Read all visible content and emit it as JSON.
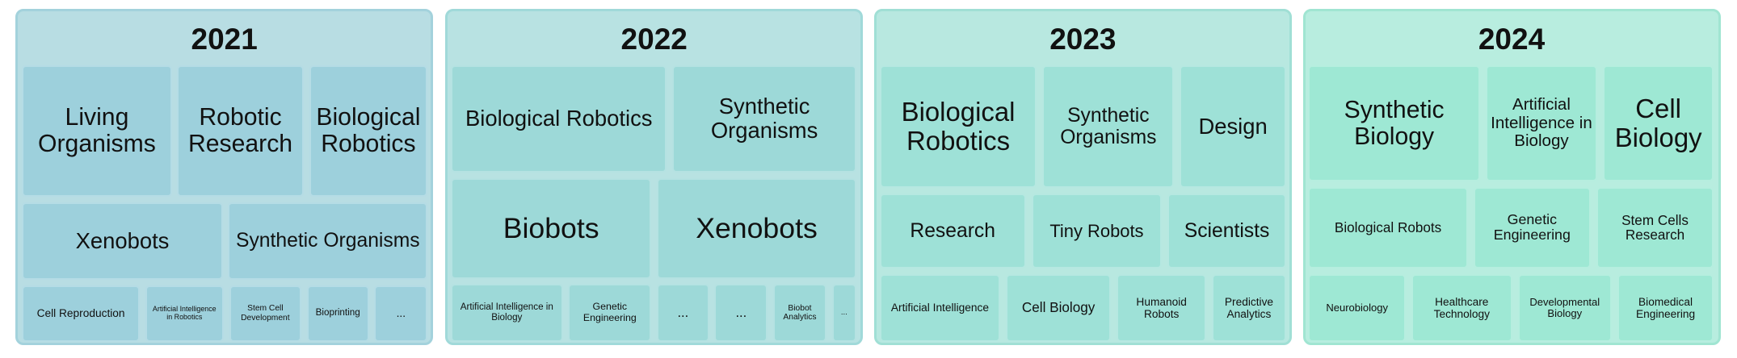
{
  "colors": {
    "panels": [
      {
        "bg": "#b8dde3",
        "border": "#a3d2dc",
        "tile": "#9dd0dc"
      },
      {
        "bg": "#b8e2e2",
        "border": "#a0d9d9",
        "tile": "#9dd9d8"
      },
      {
        "bg": "#b8e8e0",
        "border": "#a0dfd5",
        "tile": "#9ee1d7"
      },
      {
        "bg": "#b8eddf",
        "border": "#a0e5d2",
        "tile": "#9ee8d4"
      }
    ]
  },
  "panels": [
    {
      "year": "2021",
      "rows": [
        [
          "Living Organisms",
          "Robotic Research",
          "Biological Robotics"
        ],
        [
          "Xenobots",
          "Synthetic Organisms"
        ],
        [
          "Cell Reproduction",
          "Artificial Intelligence in Robotics",
          "Stem Cell Development",
          "Bioprinting",
          "..."
        ]
      ]
    },
    {
      "year": "2022",
      "rows": [
        [
          "Biological Robotics",
          "Synthetic Organisms"
        ],
        [
          "Biobots",
          "Xenobots"
        ],
        [
          "Artificial Intelligence in Biology",
          "Genetic Engineering",
          "...",
          "...",
          "Biobot Analytics",
          "..."
        ]
      ]
    },
    {
      "year": "2023",
      "rows": [
        [
          "Biological Robotics",
          "Synthetic Organisms",
          "Design"
        ],
        [
          "Research",
          "Tiny Robots",
          "Scientists"
        ],
        [
          "Artificial Intelligence",
          "Cell Biology",
          "Humanoid Robots",
          "Predictive Analytics"
        ]
      ]
    },
    {
      "year": "2024",
      "rows": [
        [
          "Synthetic Biology",
          "Artificial Intelligence in Biology",
          "Cell Biology"
        ],
        [
          "Biological Robots",
          "Genetic Engineering",
          "Stem Cells Research"
        ],
        [
          "Neurobiology",
          "Healthcare Technology",
          "Developmental Biology",
          "Biomedical Engineering"
        ]
      ]
    }
  ]
}
